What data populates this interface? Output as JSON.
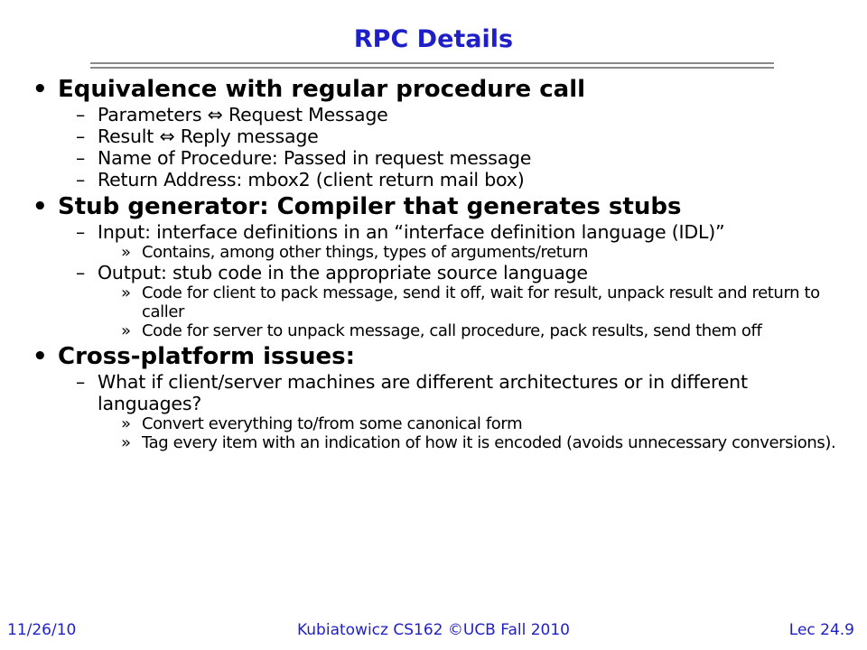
{
  "title": "RPC Details",
  "bullets": {
    "b1": {
      "text": "Equivalence with regular procedure call",
      "sub": [
        "Parameters ⇔ Request Message",
        "Result ⇔ Reply message",
        "Name of Procedure: Passed in request message",
        "Return Address: mbox2 (client return mail box)"
      ]
    },
    "b2": {
      "text": "Stub generator: Compiler that generates stubs",
      "sub": [
        "Input: interface definitions in an “interface definition language (IDL)”",
        "Contains, among other things, types of arguments/return",
        "Output: stub code in the appropriate source language",
        "Code for client to pack message, send it off, wait for result, unpack result and return to caller",
        "Code for server to unpack message, call procedure, pack results, send them off"
      ]
    },
    "b3": {
      "text": "Cross-platform issues:",
      "sub": [
        "What if client/server machines are different architectures or in different languages?",
        "Convert everything to/from some canonical form",
        "Tag every item with an indication of how it is encoded (avoids unnecessary conversions)."
      ]
    }
  },
  "markers": {
    "l1": "•",
    "l2": "–",
    "l3": "»"
  },
  "footer": {
    "date": "11/26/10",
    "course": "Kubiatowicz CS162 ©UCB Fall 2010",
    "slide": "Lec 24.9"
  },
  "colors": {
    "title": "#1f1fc8",
    "text": "#000000",
    "rule": "#8a8a8a"
  }
}
